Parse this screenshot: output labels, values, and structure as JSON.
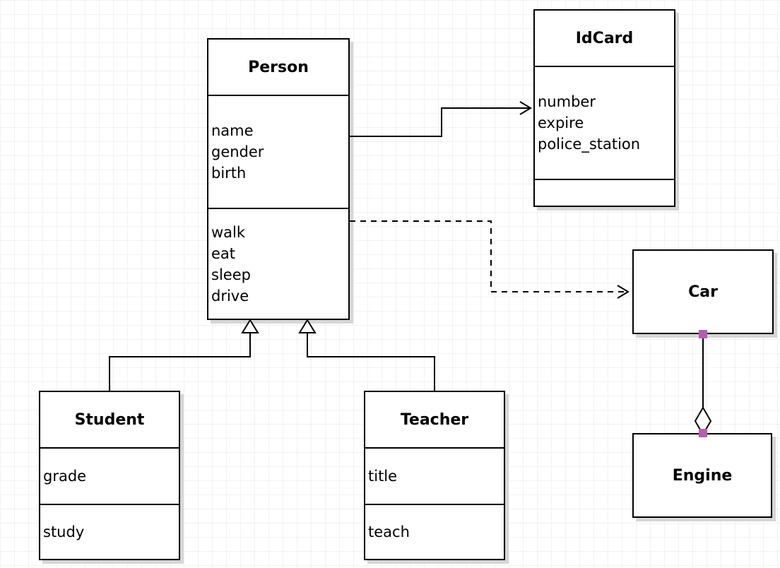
{
  "diagram": {
    "type": "uml-class-diagram",
    "classes": {
      "person": {
        "title": "Person",
        "attributes": [
          "name",
          "gender",
          "birth"
        ],
        "methods": [
          "walk",
          "eat",
          "sleep",
          "drive"
        ]
      },
      "idcard": {
        "title": "IdCard",
        "attributes": [
          "number",
          "expire",
          "police_station"
        ],
        "methods": []
      },
      "car": {
        "title": "Car",
        "attributes": [],
        "methods": []
      },
      "engine": {
        "title": "Engine",
        "attributes": [],
        "methods": []
      },
      "student": {
        "title": "Student",
        "attributes": [
          "grade"
        ],
        "methods": [
          "study"
        ]
      },
      "teacher": {
        "title": "Teacher",
        "attributes": [
          "title"
        ],
        "methods": [
          "teach"
        ]
      }
    },
    "relationships": [
      {
        "from": "Person",
        "to": "IdCard",
        "type": "association",
        "line": "solid",
        "arrow": "open-arrow"
      },
      {
        "from": "Person",
        "to": "Car",
        "type": "dependency",
        "line": "dashed",
        "arrow": "open-arrow"
      },
      {
        "from": "Student",
        "to": "Person",
        "type": "generalization",
        "line": "solid",
        "arrow": "hollow-triangle"
      },
      {
        "from": "Teacher",
        "to": "Person",
        "type": "generalization",
        "line": "solid",
        "arrow": "hollow-triangle"
      },
      {
        "from": "Car",
        "to": "Engine",
        "type": "aggregation",
        "line": "solid",
        "arrow": "hollow-diamond"
      }
    ],
    "colors": {
      "stroke": "#000000",
      "shape_fill": "#ffffff",
      "shadow": "#d6d6d6",
      "grid": "#f2f2f2",
      "background": "#ffffff",
      "endpoint_marker": "#b25fb2"
    }
  }
}
